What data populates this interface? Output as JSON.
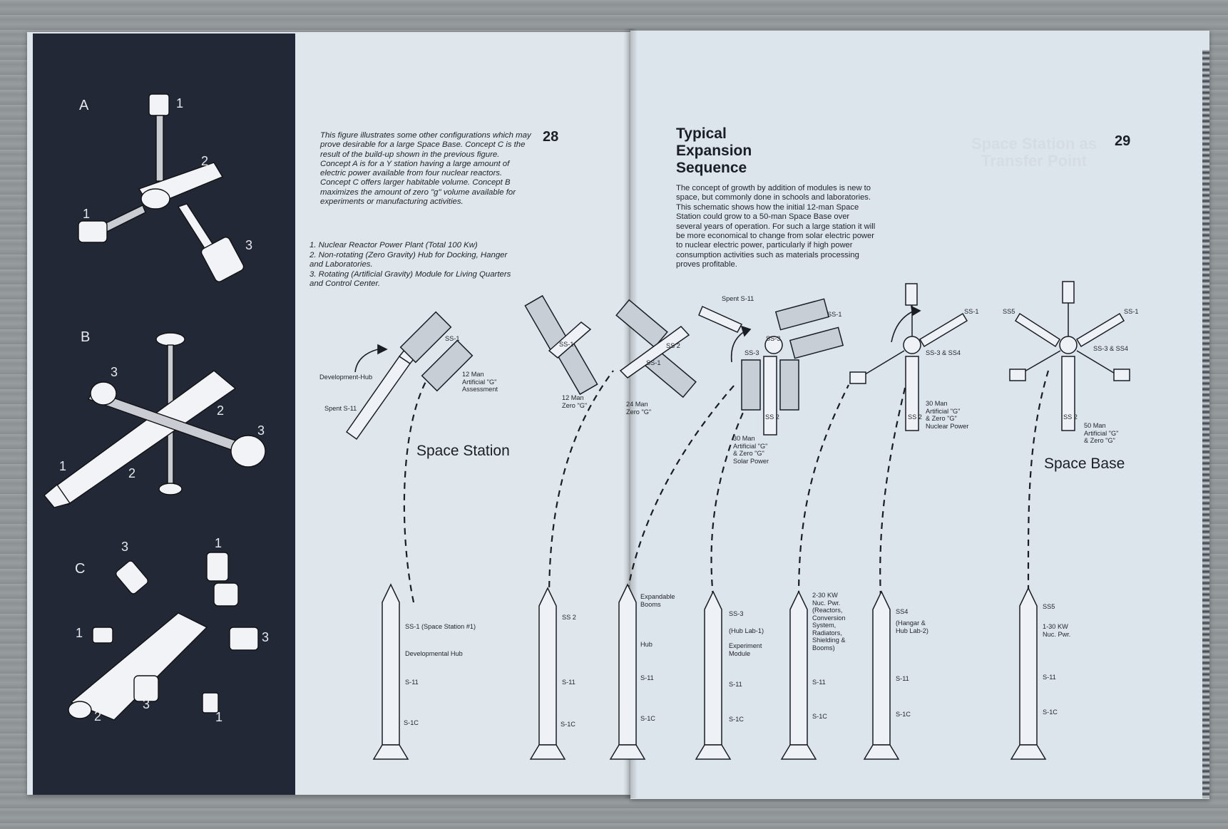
{
  "left_page": {
    "page_number": "28",
    "concepts": [
      {
        "letter": "A",
        "numbers": [
          "1",
          "2",
          "1",
          "3"
        ]
      },
      {
        "letter": "B",
        "numbers": [
          "3",
          "2",
          "3",
          "1",
          "2"
        ]
      },
      {
        "letter": "C",
        "numbers": [
          "3",
          "1",
          "1",
          "3",
          "2",
          "3",
          "1"
        ]
      }
    ],
    "caption": "This figure illustrates some other configurations which may prove desirable for a large Space Base. Concept C is the result of the build-up shown in the previous figure. Concept A is for a Y station having a large amount of electric power available from four nuclear reactors. Concept C offers larger habitable volume. Concept B maximizes the amount of zero \"g\" volume available for experiments or manufacturing activities.",
    "legend": [
      "1. Nuclear Reactor Power Plant (Total 100 Kw)",
      "2. Non-rotating (Zero Gravity) Hub for Docking, Hanger and Laboratories.",
      "3. Rotating (Artificial Gravity) Module for Living Quarters and Control Center."
    ]
  },
  "right_page": {
    "page_number": "29",
    "title_lines": [
      "Typical",
      "Expansion",
      "Sequence"
    ],
    "body": "The concept of growth by addition of modules is new to space, but commonly done in schools and laboratories. This schematic shows how the initial 12-man Space Station could grow to a 50-man Space Base over several years of operation. For such a large station it will be more economical to change from solar electric power to nuclear electric power, particularly if high power consumption activities such as materials processing proves profitable.",
    "ghost_heading": "Space Station as\nTransfer Point"
  },
  "diagram": {
    "space_station_label": "Space Station",
    "space_base_label": "Space Base",
    "module_tags": [
      "SS-1",
      "SS-1",
      "SS 2",
      "SS-1",
      "SS-1",
      "SS-3",
      "SS 2",
      "SS-1",
      "SS 2",
      "SS5",
      "SS-1",
      "SS 2"
    ],
    "station_labels": {
      "development_hub": "Development-Hub",
      "spent_s11_a": "Spent S-11",
      "twelve_man_art": "12 Man\nArtificial \"G\"\nAssessment",
      "twelve_man_zero": "12 Man\nZero \"G\"",
      "twentyfour_man": "24 Man\nZero \"G\"",
      "spent_s11_b": "Spent S-11",
      "ss3_hub": "SS-3",
      "thirty_man_solar": "30 Man\nArtificial \"G\"\n& Zero \"G\"\nSolar Power",
      "ss3_ss4_a": "SS-3 & SS4",
      "thirty_man_nuclear": "30 Man\nArtificial \"G\"\n& Zero \"G\"\nNuclear Power",
      "ss3_ss4_b": "SS-3 & SS4",
      "fifty_man": "50 Man\nArtificial \"G\"\n& Zero \"G\""
    },
    "rockets": [
      {
        "labels": [
          "SS-1 (Space Station #1)",
          "Developmental Hub",
          "S-11",
          "S-1C"
        ]
      },
      {
        "labels": [
          "SS 2",
          "S-11",
          "S-1C"
        ]
      },
      {
        "labels": [
          "Expandable\nBooms",
          "Hub",
          "S-11",
          "S-1C"
        ]
      },
      {
        "labels": [
          "SS-3",
          "(Hub Lab-1)",
          "Experiment\nModule",
          "S-11",
          "S-1C"
        ]
      },
      {
        "labels": [
          "2-30 KW\nNuc. Pwr.\n(Reactors,\nConversion\nSystem,\nRadiators,\nShielding &\nBooms)",
          "S-11",
          "S-1C"
        ]
      },
      {
        "labels": [
          "SS4",
          "(Hangar &\nHub Lab-2)",
          "S-11",
          "S-1C"
        ]
      },
      {
        "labels": [
          "SS5",
          "1-30 KW\nNuc. Pwr.",
          "S-11",
          "S-1C"
        ]
      }
    ]
  }
}
